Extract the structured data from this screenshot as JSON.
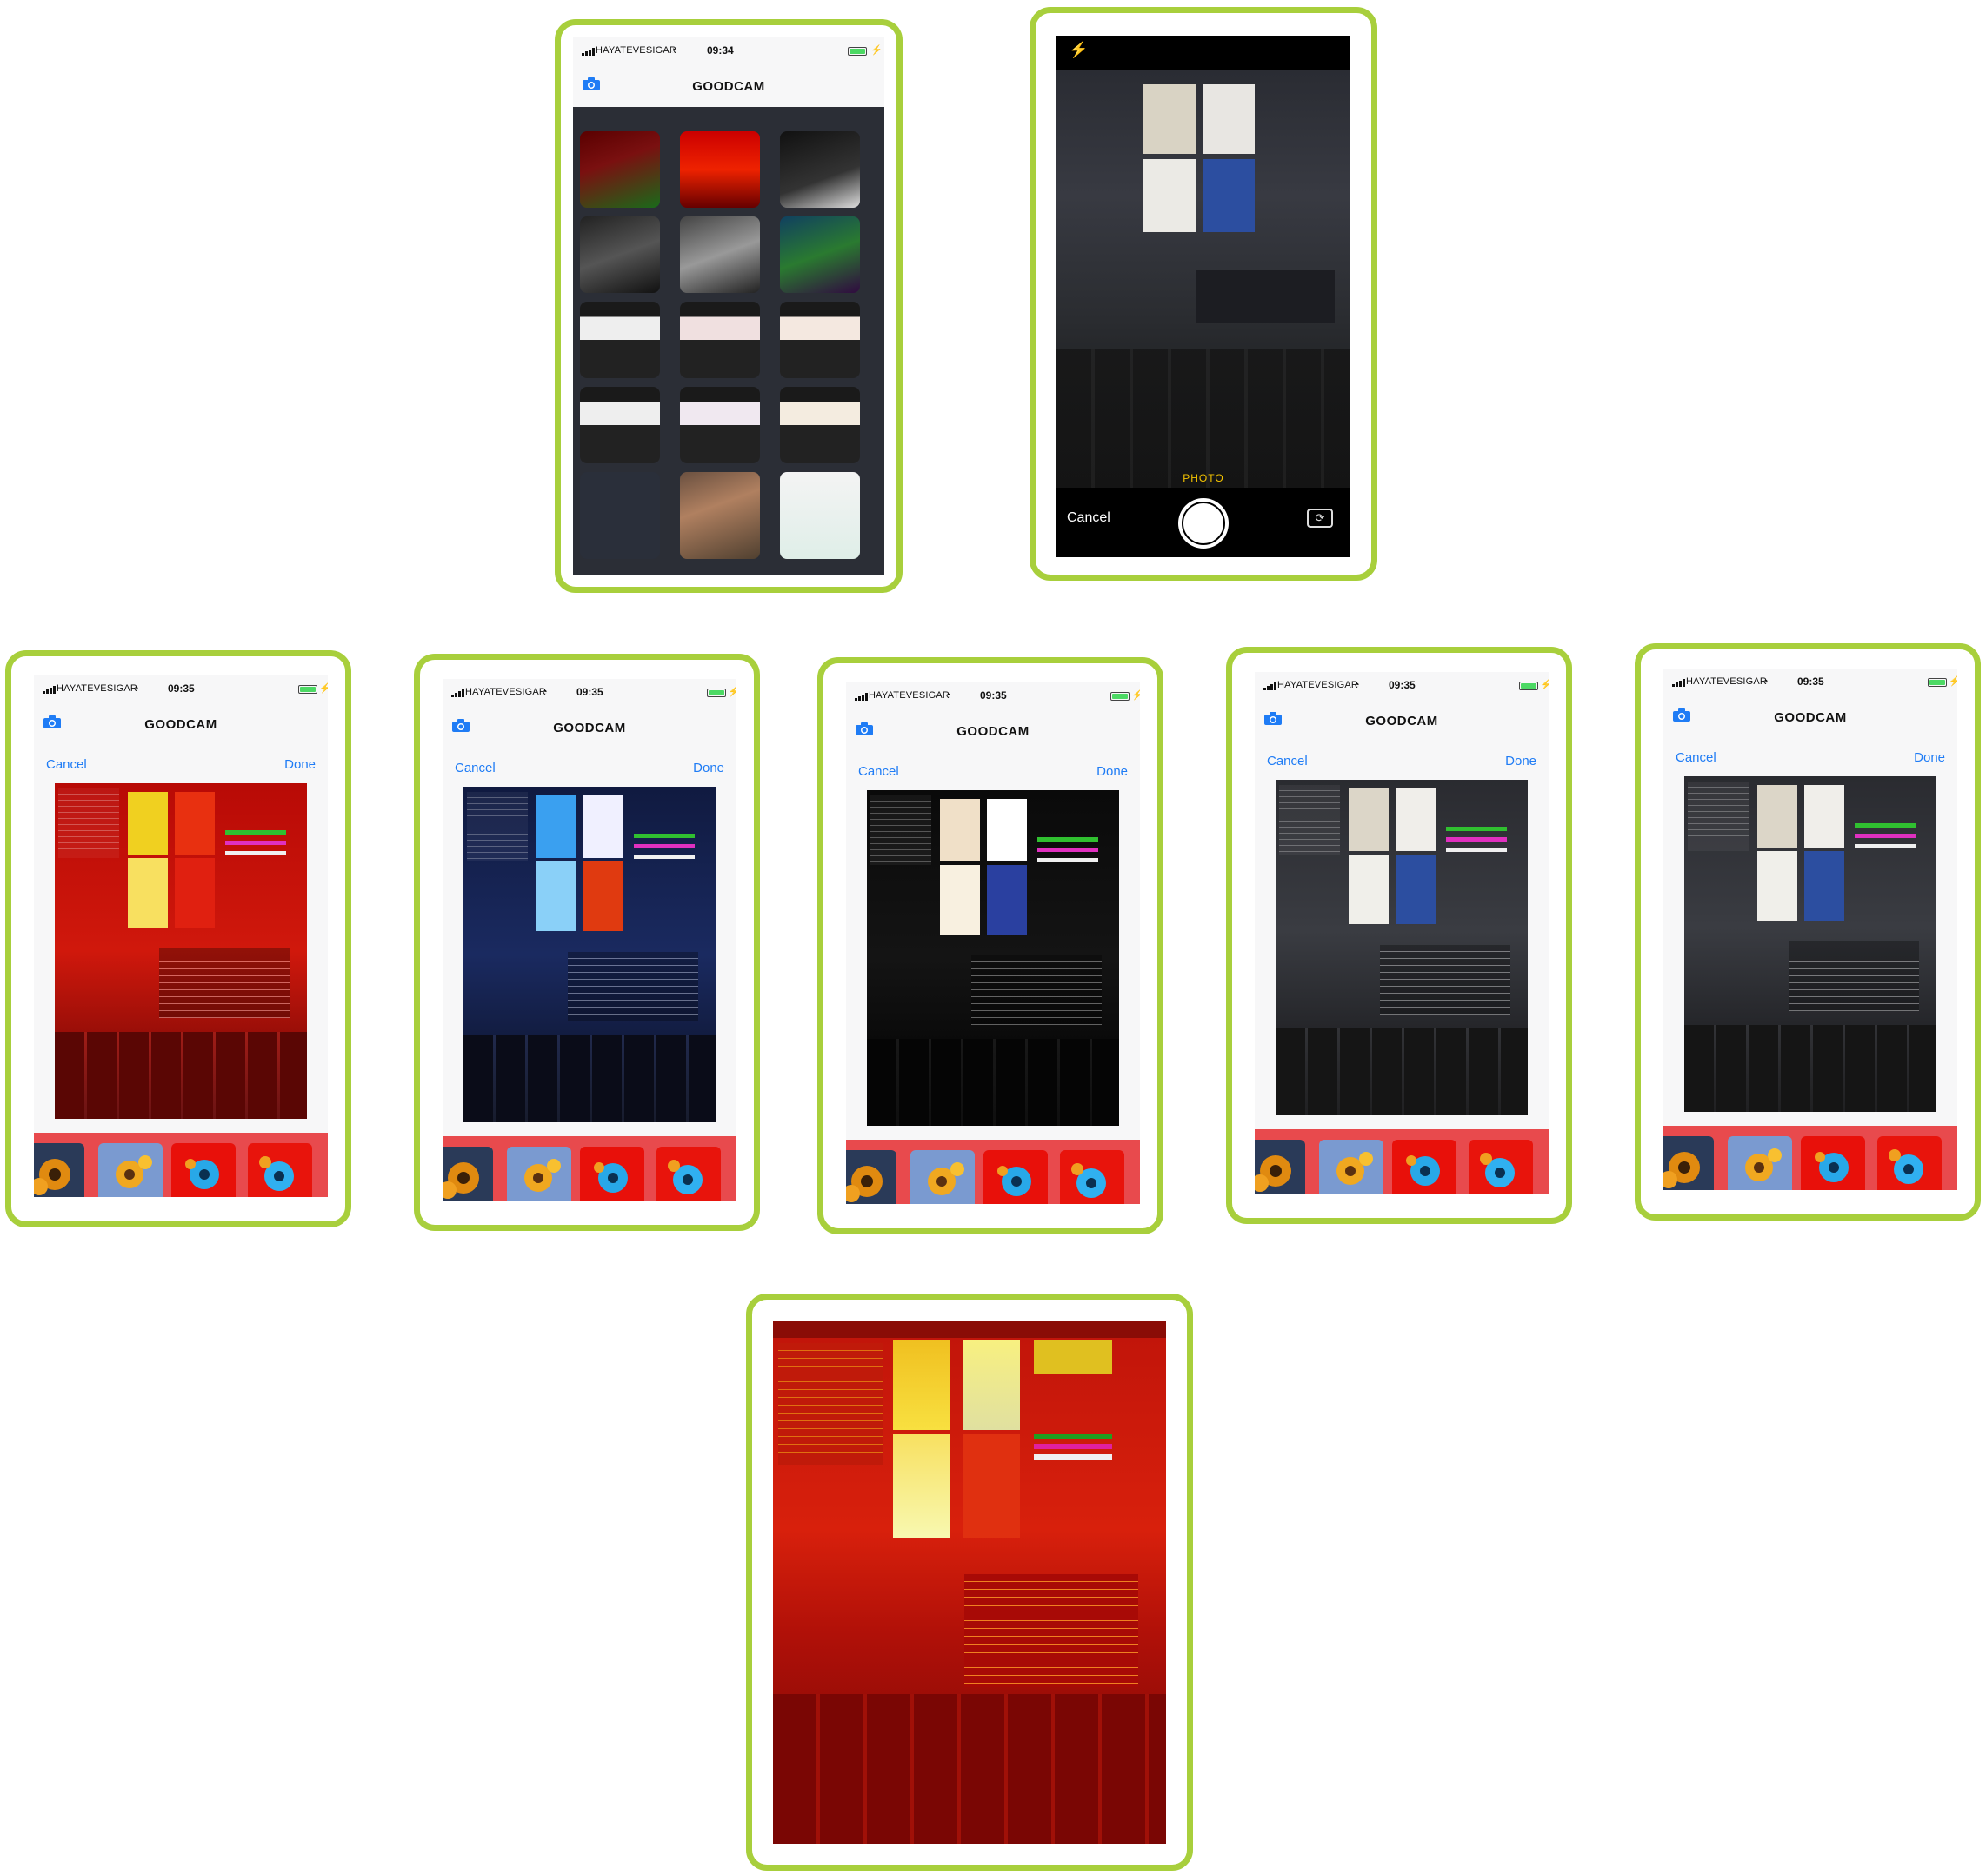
{
  "status": {
    "carrier": "HAYATEVESIGAR",
    "time_gallery": "09:34",
    "time_filter": "09:35"
  },
  "nav": {
    "title": "GOODCAM",
    "cancel_label": "Cancel",
    "done_label": "Done"
  },
  "camera": {
    "mode_label": "PHOTO",
    "cancel_label": "Cancel",
    "flash_icon": "flash-icon",
    "switch_icon": "camera-switch-icon"
  },
  "colors": {
    "frame_border": "#a8cf3c",
    "accent_blue": "#1f7cf5",
    "filter_strip": "#e84a4d",
    "photo_label": "#f5c400"
  },
  "filter_screens": [
    {
      "tint": "red"
    },
    {
      "tint": "blue"
    },
    {
      "tint": "mono"
    },
    {
      "tint": "dark"
    },
    {
      "tint": "dark"
    }
  ]
}
